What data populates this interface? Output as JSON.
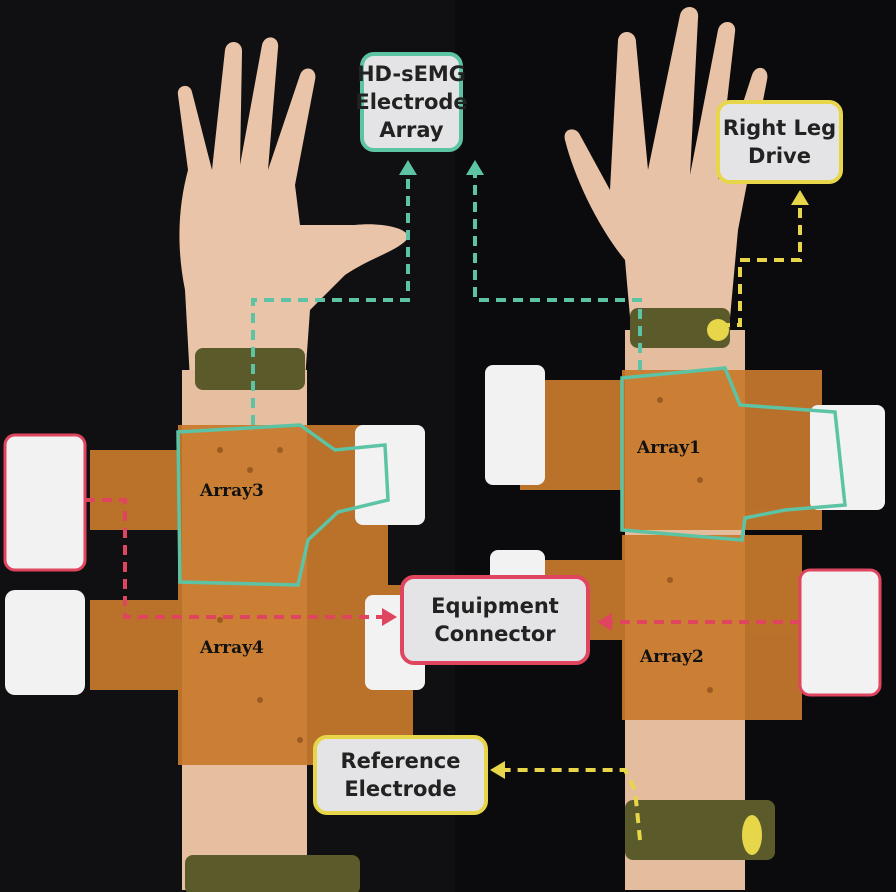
{
  "labels": {
    "hd_semg": "HD-sEMG Electrode Array",
    "right_leg_drive": "Right Leg Drive",
    "equipment_connector": "Equipment Connector",
    "reference_electrode": "Reference Electrode"
  },
  "arrays": {
    "array1": "Array1",
    "array2": "Array2",
    "array3": "Array3",
    "array4": "Array4"
  },
  "colors": {
    "teal": "#5cc4a4",
    "yellow": "#e8d64a",
    "red": "#e0455f",
    "skin": "#e9c2a6",
    "flex_pcb": "#c97a2c",
    "strap": "#5a5a2a"
  }
}
